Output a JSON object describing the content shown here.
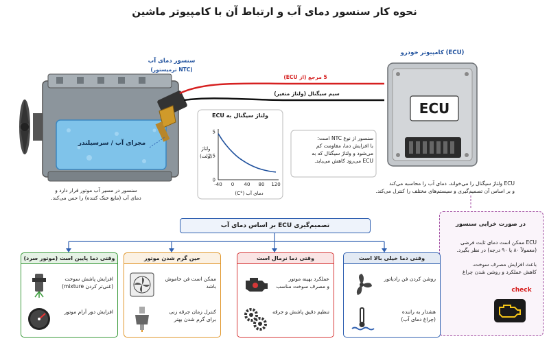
{
  "title": "نحوه کار سنسور دمای آب و ارتباط آن با کامپیوتر ماشین",
  "sensor": {
    "title": "سنسور دمای آب",
    "subtitle": "(ترمیستور NTC)",
    "caption_line1": "سنسور در مسیر آب موتور قرار دارد و",
    "caption_line2": "دمای آب (مایع خنک کننده) را حس می‌کند."
  },
  "engine": {
    "water_jacket_label": "مجرای آب / سرسیلندر"
  },
  "wires": {
    "ref_label": "5 مرجع (از ECU)",
    "signal_label": "سیم سیگنال (ولتاژ متغیر)",
    "ref_color": "#d62020",
    "signal_color": "#111111"
  },
  "ecu": {
    "title": "کامپیوتر خودرو (ECU)",
    "label": "ECU",
    "caption_line1": "ECU ولتاژ سیگنال را می‌خواند، دمای آب را محاسبه می‌کند",
    "caption_line2": "و بر اساس آن تصمیم‌گیری و سیستم‌های مختلف را کنترل می‌کند."
  },
  "chart_data": {
    "type": "line",
    "title": "ولتاژ سیگنال به ECU",
    "ylabel_line1": "ولتاژ",
    "ylabel_line2": "(ولت)",
    "xlabel": "دمای آب (°C)",
    "x_ticks": [
      "-40",
      "0",
      "40",
      "80",
      "120"
    ],
    "y_ticks": [
      "0",
      "2.5",
      "5"
    ],
    "xlim": [
      -40,
      120
    ],
    "ylim": [
      0,
      5
    ],
    "series": [
      {
        "x": [
          -40,
          -30,
          -20,
          -10,
          0,
          10,
          20,
          30,
          40,
          50,
          60,
          70,
          80,
          90,
          100,
          110,
          120
        ],
        "y": [
          4.8,
          4.2,
          3.7,
          3.25,
          2.85,
          2.5,
          2.2,
          1.95,
          1.72,
          1.52,
          1.35,
          1.2,
          1.08,
          0.98,
          0.9,
          0.84,
          0.8
        ]
      }
    ]
  },
  "ntc_note": {
    "line1": "سنسور از نوع NTC است:",
    "line2": "با افزایش دما، مقاومت کم",
    "line3": "می‌شود و ولتاژ سیگنال که به",
    "line4": "ECU می‌رود کاهش می‌یابد."
  },
  "decision": {
    "title": "تصمیم‌گیری ECU بر اساس دمای آب"
  },
  "fault": {
    "title": "در صورت خرابی سنسور",
    "line1": "ECU ممکن است دمای ثابت فرضی",
    "line2": "(معمولاً ۸۰ یا ۹۰ درجه) در نظر بگیرد.",
    "line3": "باعث افزایش مصرف سوخت،",
    "line4": "کاهش عملکرد و روشن شدن چراغ",
    "check": "check"
  },
  "panels": [
    {
      "title": "وقتی دما پایین است (موتور سرد)",
      "color": "#3a9a3a",
      "item1": "افزایش پاشش سوخت",
      "item1b": "(غنی‌تر کردن mixture)",
      "item2": "افزایش دور آرام موتور",
      "icon1": "fuel-injector-icon",
      "icon2": "tachometer-icon"
    },
    {
      "title": "حین گرم شدن موتور",
      "color": "#e0962a",
      "item1": "ممکن است فن خاموش باشد",
      "item1b": "",
      "item2": "کنترل زمان جرقه زنی",
      "item2b": "برای گرم شدن بهتر",
      "icon1": "fan-icon",
      "icon2": "spark-plug-icon"
    },
    {
      "title": "وقتی دما نرمال است",
      "color": "#d63838",
      "item1": "عملکرد بهینه موتور",
      "item1b": "و مصرف سوخت مناسب",
      "item2": "تنظیم دقیق پاشش و جرقه",
      "icon1": "engine-icon",
      "icon2": "gears-icon"
    },
    {
      "title": "وقتی دما خیلی بالا است",
      "color": "#2e5fb0",
      "item1": "روشن کردن فن رادیاتور",
      "item1b": "",
      "item2": "هشدار به راننده",
      "item2b": "(چراغ دمای آب)",
      "icon1": "radiator-fan-icon",
      "icon2": "temperature-warning-icon"
    }
  ]
}
